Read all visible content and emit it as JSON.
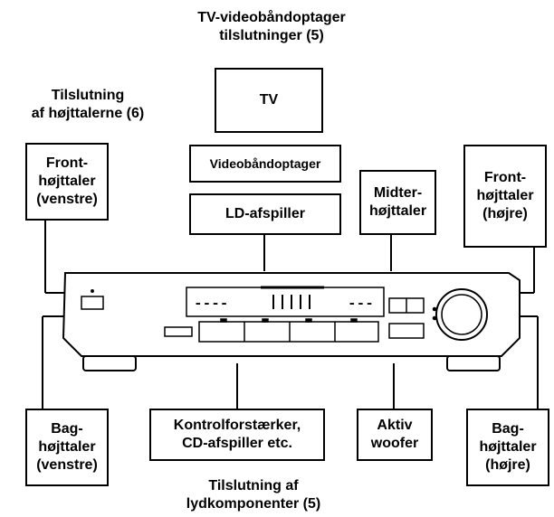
{
  "captions": {
    "tv_video": "TV-videobåndoptager\ntilslutninger (5)",
    "speakers": "Tilslutning\naf højttalerne (6)",
    "audio": "Tilslutning af\nlydkomponenter (5)"
  },
  "boxes": {
    "tv": "TV",
    "vcr": "Videobåndoptager",
    "ld": "LD-afspiller",
    "center": "Midter-\nhøjttaler",
    "front_left": "Front-\nhøjttaler\n(venstre)",
    "front_right": "Front-\nhøjttaler\n(højre)",
    "rear_left": "Bag-\nhøjttaler\n(venstre)",
    "rear_right": "Bag-\nhøjttaler\n(højre)",
    "amp": "Kontrolforstærker,\nCD-afspiller etc.",
    "woofer": "Aktiv\nwoofer"
  },
  "display": {
    "left_dashes": "----",
    "right_dashes": "---"
  }
}
